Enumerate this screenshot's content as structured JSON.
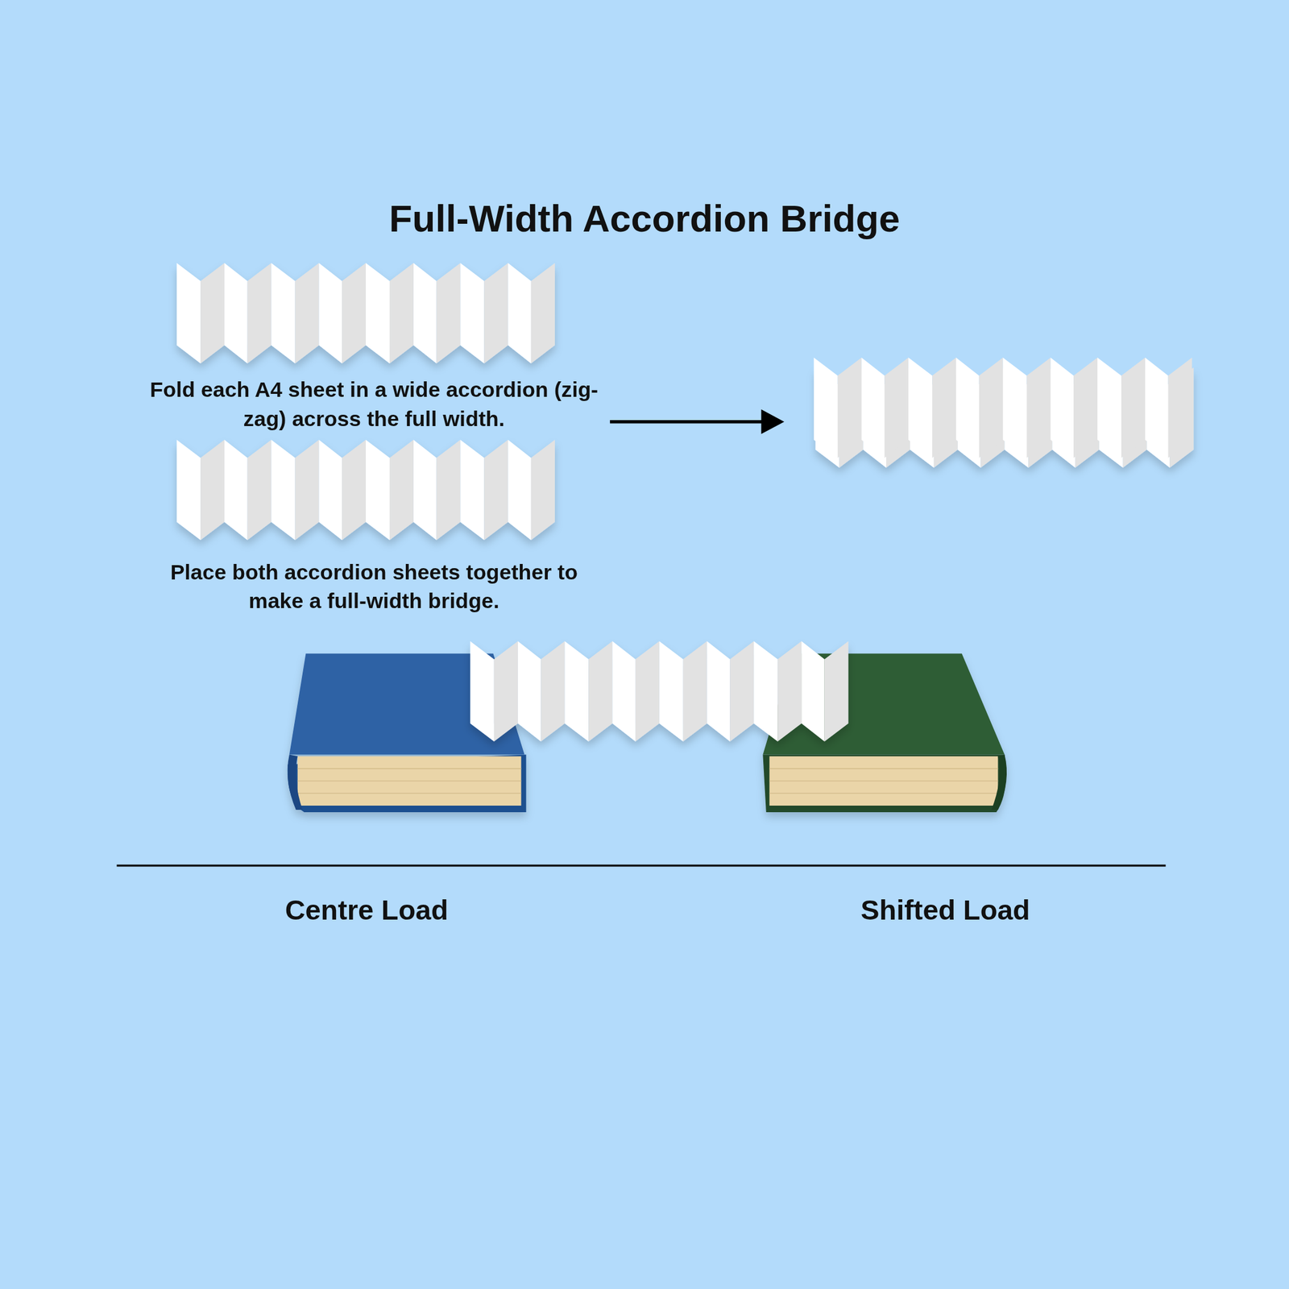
{
  "diagram": {
    "title": "Full-Width Accordion Bridge",
    "labels": [
      "Fold each A4 sheet in a wide accordion (zig-zag) across the full width.",
      "Place both accordion sheets together to make a full-width bridge.",
      "Centre Load",
      "Shifted Load"
    ]
  }
}
